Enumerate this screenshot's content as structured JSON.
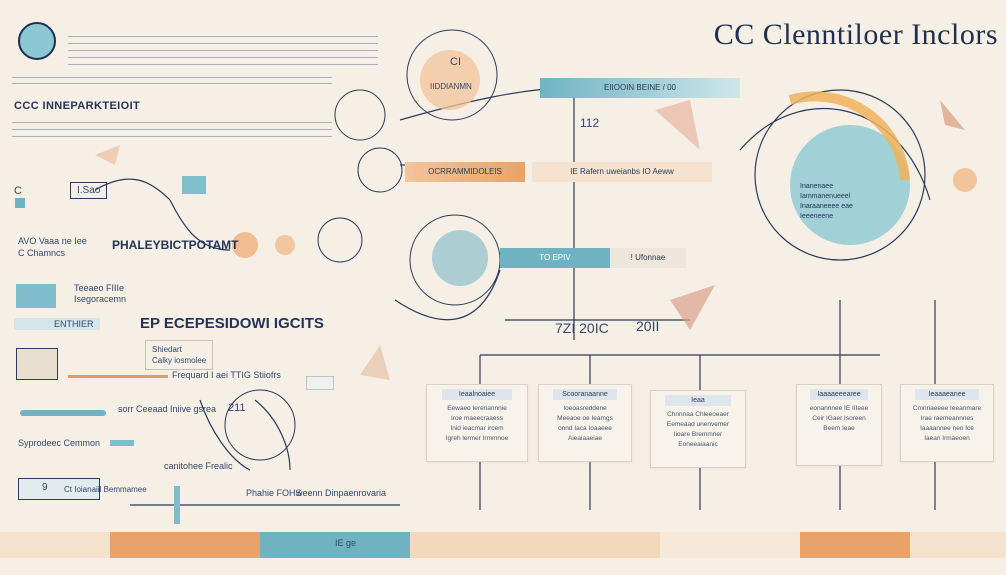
{
  "header": {
    "title": "CC Clenntiloer Inclors"
  },
  "left": {
    "heading": "CCC INNEPARKTEIOIT",
    "label_c": "C",
    "label_isao": "I.Sao",
    "label_avo": "AVO Vaaa ne Iee",
    "label_chance": "C Chamncs",
    "label_phaley": "PHALEYBICTPOTAMT",
    "label_report": "Teeaeo FIIIe\nIsegoracemn",
    "label_ep": "EP ECEPESIDOWI IGCITS",
    "label_entitler": "ENTHIER",
    "label_shiedart": "Shiedart\nCalky iosmolee",
    "label_frequard": "Frequard I aei TTIG Stiiofrs",
    "label_sor": "sorr Ceeaad Iniive gsrea",
    "label_sor_num": "211",
    "label_syprod": "Syprodeec Cemmon",
    "label_contohee": "canitohee Frealic",
    "label_num9": "9",
    "label_ct": "Ct Ioianaiil Bemmamee",
    "label_phahie": "Phahie FOHS",
    "label_wenn": "weenn Dinpaenrovaria"
  },
  "center": {
    "bubble_top": "CI",
    "bubble_top_sub": "IIDDIANMN",
    "bar_top": "EIIOOIN BEINE / 00",
    "num_112": "112",
    "bar_mid_left": "OCRRAMMIDOLEIS",
    "bar_mid_right": "IE Rafern uweianbs IO Aeww",
    "bar_low_left": "TO EPIV",
    "bar_low_right": "! Ufonnae",
    "timeline_label": "7ZI 20IC",
    "timeline_label_b": "20II"
  },
  "cards": [
    {
      "head": "Ieaalnoaiee",
      "body": "Eewaeo Iereriannnie\nIroe maeecraaess\nInid ieacmar ircem\nIgreh lermer Irmmnoe"
    },
    {
      "head": "Scooranaanne",
      "body": "Ioeoasreddene\nMeeaoe oe Ieamgs\nonnd Iaca Ioaaeee\nAieaiaaeiae"
    },
    {
      "head": "Ieaa",
      "body": "Chnnnaa Chleeoeaer\nEemeaad unenvemer\nIioare Bremmner\nEoneeaiaanic"
    },
    {
      "head": "Iaaaaeeearee",
      "body": "eonannnee IE IIIeee\nCeir IGaer Isoreen\nBeem Ieae"
    },
    {
      "head": "Ieaaaeanee",
      "body": "Cmnriaeeee Ieeanmare\nIrae raemeannnes\nIaaaannee nen Ice\nIaean Irmaeoen"
    }
  ],
  "globe": {
    "lines": "Inanenaee\nIammanenueeel\nInaraaneeee eae\nIeeeneene"
  },
  "colors": {
    "navy": "#1f2f4f",
    "teal": "#6fb3c2",
    "orange": "#e8a468",
    "peach": "#f2c49b",
    "cream": "#f5efe6"
  },
  "timeline": {
    "mid_label": "IE ge"
  }
}
